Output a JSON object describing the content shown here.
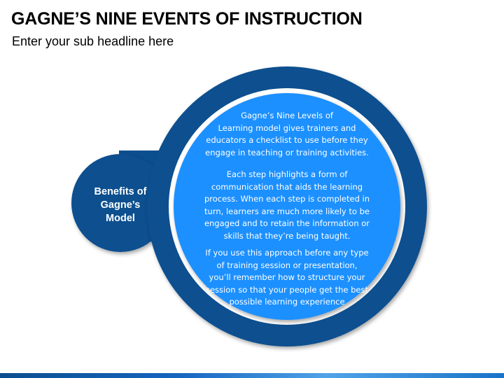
{
  "title": "GAGNE’S NINE EVENTS OF INSTRUCTION",
  "subtitle": "Enter your sub headline here",
  "side_label": [
    "Benefits of",
    "Gagne’s",
    "Model"
  ],
  "paragraphs": [
    [
      "Gagne’s Nine Levels of",
      "Learning model gives trainers and",
      "educators a checklist to use before they",
      "engage in teaching or training activities."
    ],
    [
      "Each step highlights a form of",
      "communication that aids the learning",
      "process. When each step is completed in",
      "turn, learners are much more likely to be",
      "engaged and to retain the information or",
      "skills that they’re being taught."
    ],
    [
      "If you use this approach before any type",
      "of training session or presentation,",
      "you’ll remember how to structure your",
      "session so that your people get the best",
      "possible learning experience"
    ]
  ],
  "colors": {
    "outer_ring": "#0b4f8f",
    "white_ring": "#ffffff",
    "inner_circle": "#1e90ff",
    "side_circle": "#0b4f8f",
    "text_light": "#ffffff",
    "bottom_bar": "#1565c0"
  }
}
